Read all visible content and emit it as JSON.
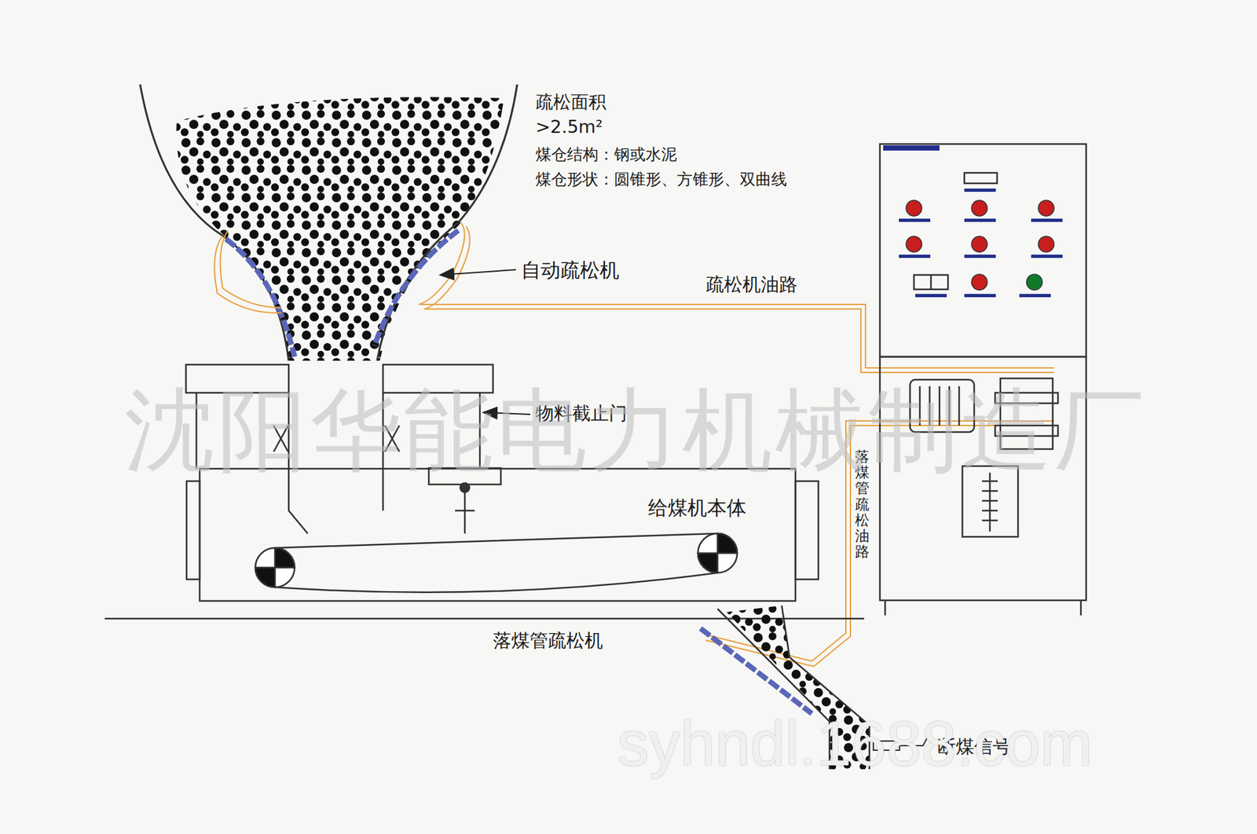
{
  "diagram": {
    "nodes": [
      {
        "text": [
          "给煤机本体"
        ]
      }
    ],
    "labels": [
      "疏松面积",
      ">2.5m²",
      "煤仓结构：钢或水泥",
      "煤仓形状：圆锥形、方锥形、双曲线",
      "自动疏松机",
      "疏松机油路",
      "物料截止门",
      "落煤管疏松油路",
      "落煤管疏松机",
      "断煤信号",
      "沈阳华能电力机械制造厂",
      "syhndl.1688.com"
    ]
  }
}
